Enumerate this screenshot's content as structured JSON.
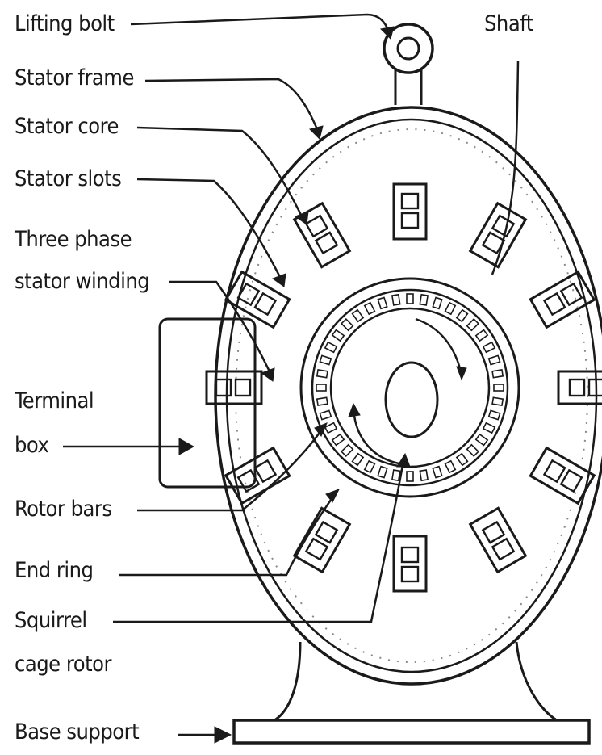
{
  "labels": {
    "lifting_bolt": "Lifting bolt",
    "shaft": "Shaft",
    "stator_frame": "Stator frame",
    "stator_core": "Stator core",
    "stator_slots": "Stator slots",
    "three_phase_line1": "Three phase",
    "three_phase_line2": "stator winding",
    "terminal_line1": "Terminal",
    "terminal_line2": "box",
    "rotor_bars": "Rotor bars",
    "end_ring": "End ring",
    "squirrel_line1": "Squirrel",
    "squirrel_line2": "cage rotor",
    "base_support": "Base support"
  },
  "colors": {
    "ink": "#1a1a1a",
    "background": "#ffffff"
  }
}
